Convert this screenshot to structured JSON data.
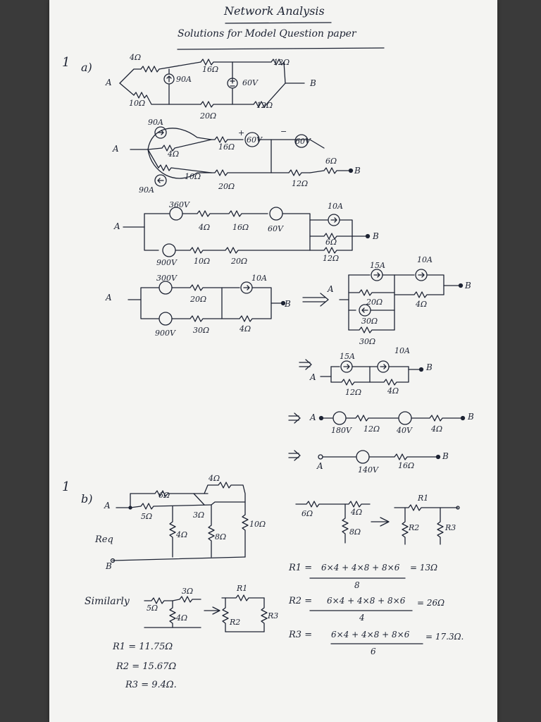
{
  "header": {
    "title": "Network Analysis",
    "subtitle": "Solutions for Model Question paper"
  },
  "q1a": {
    "q_number": "1",
    "part": "a)",
    "c1": {
      "node_a": "A",
      "node_b": "B",
      "r_4": "4Ω",
      "r_16": "16Ω",
      "r_12t": "12Ω",
      "r_10": "10Ω",
      "r_20": "20Ω",
      "r_12b": "12Ω",
      "cs": "90A",
      "vs": "60V"
    },
    "c2": {
      "node_a": "A",
      "node_b": "B",
      "cs_top": "90A",
      "cs_bot": "90A",
      "r_4": "4Ω",
      "r_10": "10Ω",
      "r_16": "16Ω",
      "r_20": "20Ω",
      "r_12": "12Ω",
      "r_6": "6Ω",
      "vs": "60V",
      "vs2": "60V",
      "plus": "+",
      "minus": "−"
    },
    "c3": {
      "node_a": "A",
      "node_b": "B",
      "v_top": "360V",
      "v_bot": "900V",
      "r_4": "4Ω",
      "r_16": "16Ω",
      "v_mid": "60V",
      "r_10": "10Ω",
      "r_20": "20Ω",
      "cs": "10A",
      "r_6": "6Ω",
      "r_12": "12Ω"
    },
    "c4": {
      "node_a": "A",
      "node_b": "B",
      "v_top": "300V",
      "v_bot": "900V",
      "r_20": "20Ω",
      "r_30": "30Ω",
      "cs": "10A",
      "r_4": "4Ω"
    },
    "c5": {
      "node_a": "A",
      "node_b": "B",
      "cs1": "15A",
      "cs2": "10A",
      "r_20": "20Ω",
      "r_30a": "30Ω",
      "r_30b": "30Ω",
      "r_4": "4Ω"
    },
    "c6": {
      "node_a": "A",
      "node_b": "B",
      "cs1": "15A",
      "cs2": "10A",
      "r_12": "12Ω",
      "r_4": "4Ω"
    },
    "c7": {
      "node_a": "A",
      "node_b": "B",
      "v1": "180V",
      "r_12": "12Ω",
      "v2": "40V",
      "r_4": "4Ω"
    },
    "c8": {
      "node_a": "A",
      "node_b": "B",
      "v": "140V",
      "r_16": "16Ω"
    }
  },
  "q1b": {
    "q_number": "1",
    "part": "b)",
    "c1": {
      "node_a": "A",
      "node_b": "B",
      "req": "Req",
      "r_4": "4Ω",
      "r_6": "6Ω",
      "r_5": "5Ω",
      "r_3": "3Ω",
      "r_4v": "4Ω",
      "r_8": "8Ω",
      "r_10": "10Ω"
    },
    "c2": {
      "r_6": "6Ω",
      "r_4": "4Ω",
      "r_8": "8Ω",
      "r1": "R1",
      "r2": "R2",
      "r3": "R3"
    },
    "eqs": [
      {
        "lhs": "R1 =",
        "num": "6×4 + 4×8 + 8×6",
        "den": "8",
        "res": "= 13Ω"
      },
      {
        "lhs": "R2 =",
        "num": "6×4 + 4×8 + 8×6",
        "den": "4",
        "res": "= 26Ω"
      },
      {
        "lhs": "R3 =",
        "num": "6×4 + 4×8 + 8×6",
        "den": "6",
        "res": "= 17.3Ω."
      }
    ],
    "similarly": "Similarly",
    "c3": {
      "r_5": "5Ω",
      "r_3": "3Ω",
      "r_4": "4Ω",
      "r1": "R1",
      "r2": "R2",
      "r3": "R3"
    },
    "results": [
      "R1 = 11.75Ω",
      "R2 = 15.67Ω",
      "R3 = 9.4Ω."
    ]
  }
}
